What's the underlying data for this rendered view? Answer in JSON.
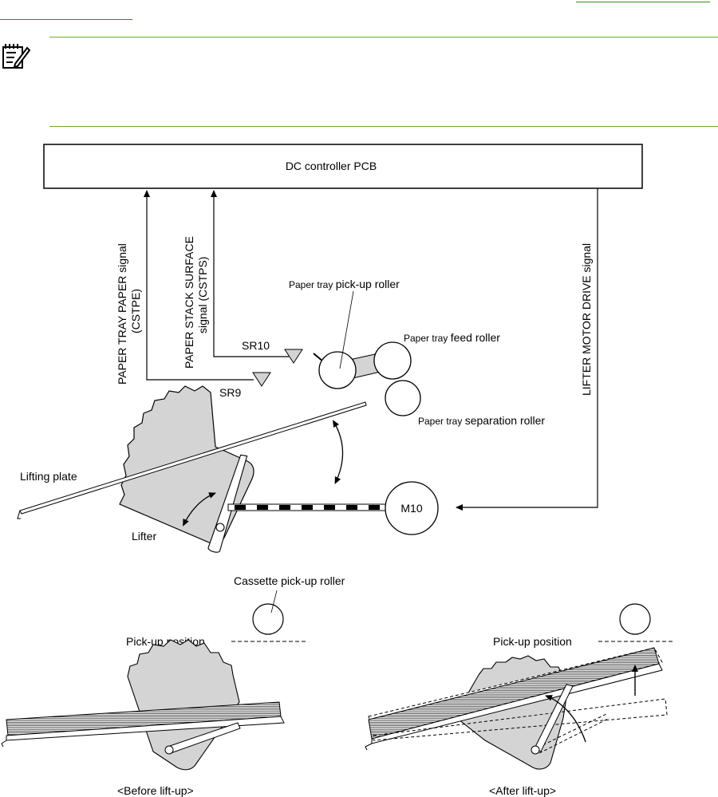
{
  "diagram": {
    "controller_label": "DC controller PCB",
    "signals": {
      "cstpe_line1": "PAPER TRAY PAPER signal",
      "cstpe_line2": "(CSTPE)",
      "cstps_line1": "PAPER STACK SURFACE",
      "cstps_line2": "signal (CSTPS)",
      "lifter": "LIFTER MOTOR DRIVE signal"
    },
    "sensors": {
      "sr10": "SR10",
      "sr9": "SR9"
    },
    "rollers": {
      "pickup_prefix": "Paper tray ",
      "pickup_name": "pick-up roller",
      "feed_prefix": "Paper tray ",
      "feed_name": "feed roller",
      "separation_prefix": "Paper tray ",
      "separation_name": "separation roller"
    },
    "motor": "M10",
    "lifting_plate": "Lifting plate",
    "lifter": "Lifter",
    "cassette_roller": "Cassette pick-up roller",
    "pickup_position_left": "Pick-up position",
    "pickup_position_right": "Pick-up position",
    "caption_before": "<Before lift-up>",
    "caption_after": "<After lift-up>"
  },
  "colors": {
    "rule": "#6aae2a",
    "fill_gray": "#d4d4d4"
  },
  "icons": {
    "note": "note-pad-icon"
  }
}
